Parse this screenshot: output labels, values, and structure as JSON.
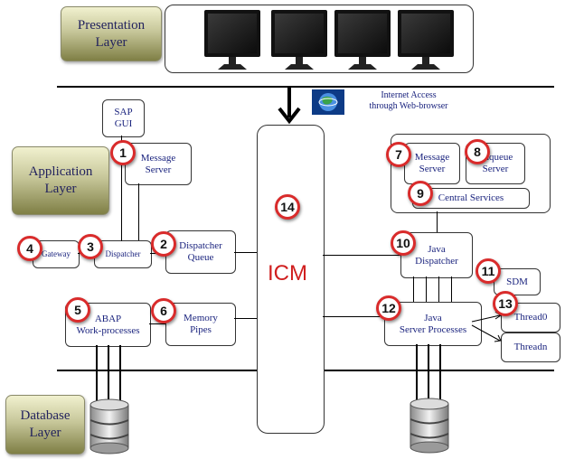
{
  "layers": {
    "presentation": "Presentation\nLayer",
    "application": "Application\nLayer",
    "database": "Database\nLayer"
  },
  "internet": {
    "label": "Internet Access\nthrough Web-browser",
    "icon": "globe-icon"
  },
  "boxes": {
    "sap_gui": "SAP\nGUI",
    "message_server": "Message\nServer",
    "gateway": "Gateway",
    "dispatcher": "Dispatcher",
    "dispatcher_queue": "Dispatcher\nQueue",
    "abap_work": "ABAP\nWork-processes",
    "memory_pipes": "Memory\nPipes",
    "icm": "ICM",
    "central_message_server": "Message\nServer",
    "enqueue_server": "Enqueue\nServer",
    "central_services": "Central Services",
    "java_dispatcher": "Java\nDispatcher",
    "sdm": "SDM",
    "java_server_processes": "Java\nServer Processes",
    "thread0": "Thread0",
    "threadn": "Threadn"
  },
  "badges": [
    "1",
    "2",
    "3",
    "4",
    "5",
    "6",
    "7",
    "8",
    "9",
    "10",
    "11",
    "12",
    "13",
    "14"
  ],
  "colors": {
    "badge_border": "#d92b2b",
    "icm_text": "#d01f1f",
    "box_text": "#1a237e",
    "layer_text": "#23235e"
  }
}
